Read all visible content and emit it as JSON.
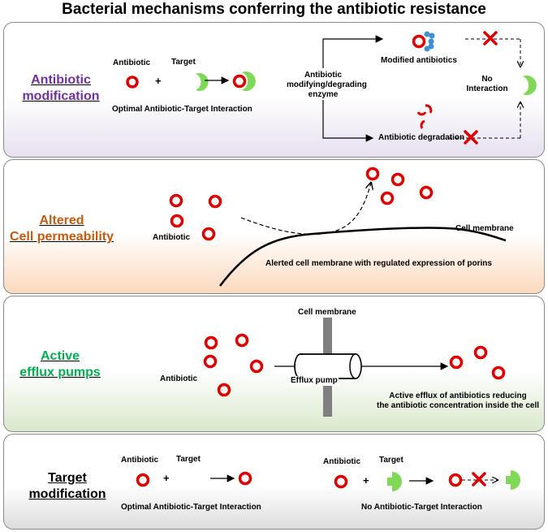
{
  "title": "Bacterial mechanisms conferring the antibiotic resistance",
  "panels": [
    {
      "heading_lines": [
        "Antibiotic",
        "modification"
      ],
      "heading_color": "#7030a0",
      "labels": {
        "antibiotic": "Antibiotic",
        "target": "Target",
        "plus": "+",
        "interaction": "Optimal Antibiotic-Target Interaction",
        "enzyme_lines": [
          "Antibiotic",
          "modifying/degrading",
          "enzyme"
        ],
        "modified": "Modified antibiotics",
        "degradation": "Antibiotic degradation",
        "no_interaction_lines": [
          "No",
          "Interaction"
        ]
      }
    },
    {
      "heading_lines": [
        "Altered",
        "Cell permeability"
      ],
      "heading_color": "#c55a11",
      "labels": {
        "antibiotic": "Antibiotic",
        "membrane": "Cell membrane",
        "altered": "Alerted cell membrane with regulated expression of porins"
      }
    },
    {
      "heading_lines": [
        "Active",
        "efflux pumps"
      ],
      "heading_color": "#00b050",
      "labels": {
        "membrane": "Cell membrane",
        "antibiotic": "Antibiotic",
        "pump": "Efflux pump",
        "efflux_lines": [
          "Active efflux of antibiotics reducing",
          "the antibiotic concentration inside the cell"
        ]
      }
    },
    {
      "heading_lines": [
        "Target",
        "modification"
      ],
      "heading_color": "#000000",
      "labels": {
        "antibiotic_left": "Antibiotic",
        "target_left": "Target",
        "plus_left": "+",
        "interaction_left": "Optimal Antibiotic-Target Interaction",
        "antibiotic_right": "Antibiotic",
        "target_right": "Target",
        "plus_right": "+",
        "interaction_right": "No Antibiotic-Target Interaction"
      }
    }
  ],
  "colors": {
    "antibiotic": "#e00000",
    "target": "#7ed957",
    "modifier": "#3e8fd6",
    "cross": "#e00000",
    "membrane": "#7f7f7f"
  }
}
